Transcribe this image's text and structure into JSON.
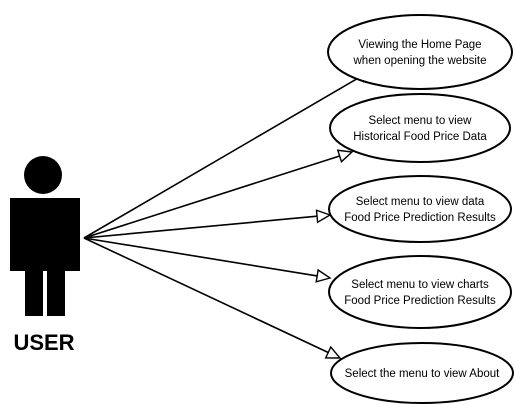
{
  "actor": {
    "label": "USER",
    "icon": "stick-figure-actor-icon"
  },
  "use_cases": [
    {
      "id": "home",
      "lines": [
        "Viewing the Home Page",
        "when opening the website"
      ]
    },
    {
      "id": "historical",
      "lines": [
        "Select menu to view",
        "Historical Food Price Data"
      ]
    },
    {
      "id": "prediction-data",
      "lines": [
        "Select menu to view data",
        "Food Price Prediction Results"
      ]
    },
    {
      "id": "prediction-charts",
      "lines": [
        "Select menu to view charts",
        "Food Price Prediction Results"
      ]
    },
    {
      "id": "about",
      "lines": [
        "Select the menu to view About"
      ]
    }
  ],
  "colors": {
    "stroke": "#000000",
    "fill": "#ffffff"
  }
}
